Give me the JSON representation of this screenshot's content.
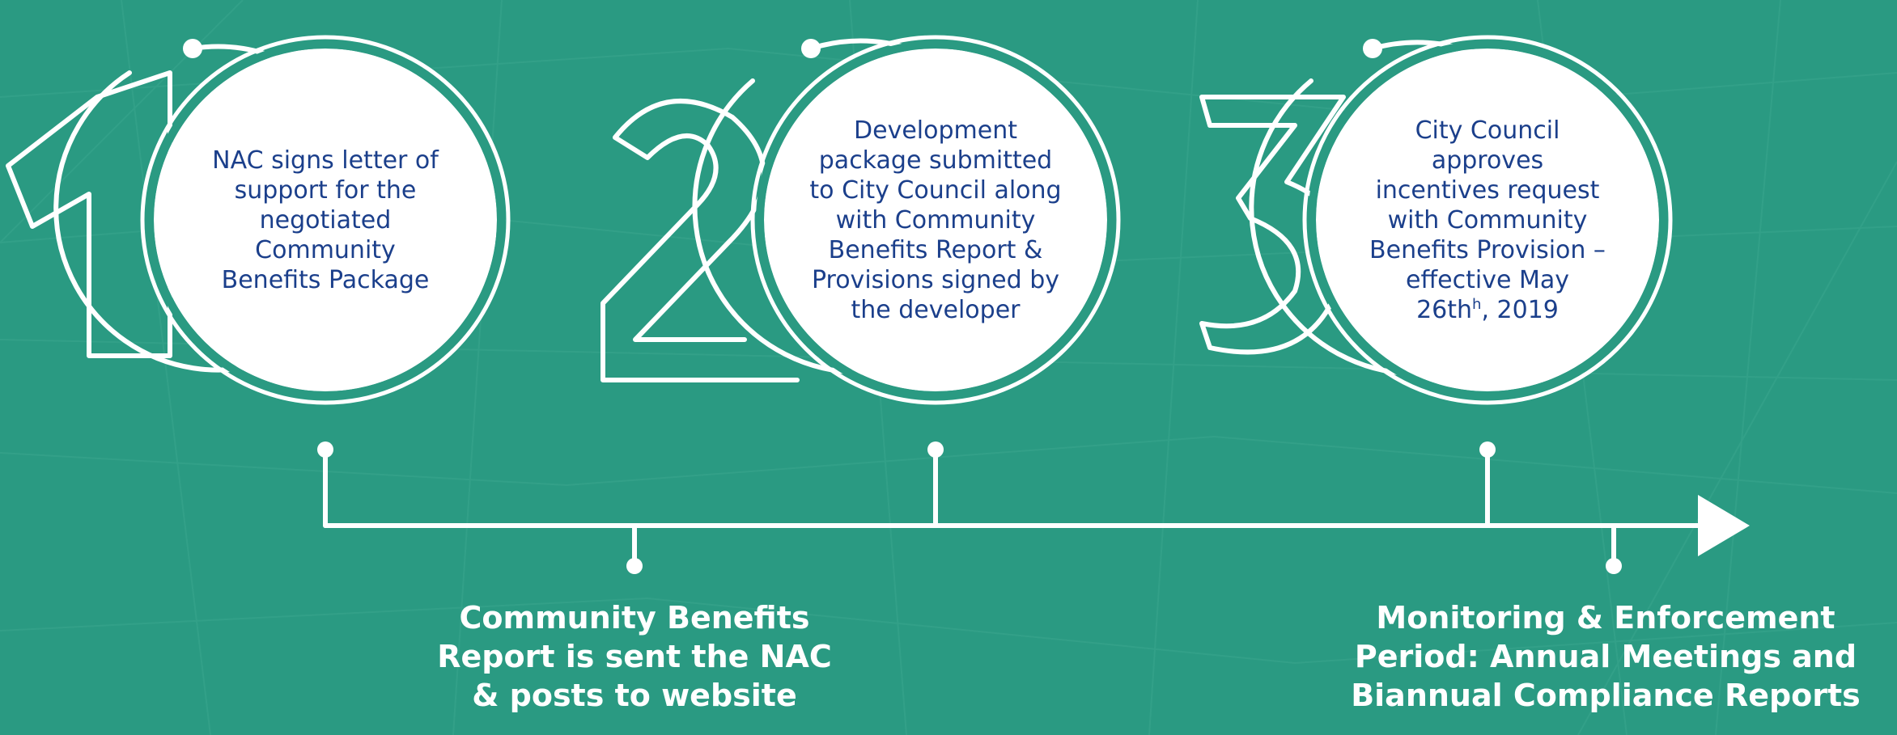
{
  "colors": {
    "background": "#2a9a82",
    "line": "#ffffff",
    "step_text": "#1b3f8b",
    "label_text": "#ffffff"
  },
  "steps": [
    {
      "number": "1",
      "lines": [
        "NAC signs letter of",
        "support for the",
        "negotiated",
        "Community",
        "Benefits Package"
      ]
    },
    {
      "number": "2",
      "lines": [
        "Development",
        "package submitted",
        "to City Council along",
        "with Community",
        "Benefits Report &",
        "Provisions signed by",
        "the developer"
      ]
    },
    {
      "number": "3",
      "lines": [
        "City Council",
        "approves",
        "incentives request",
        "with Community",
        "Benefits Provision –",
        "effective May"
      ],
      "date_line": {
        "prefix": "26th",
        "superscript": "h",
        "suffix": ", 2019"
      }
    }
  ],
  "milestones": [
    {
      "lines": [
        "Community Benefits",
        "Report is sent the NAC",
        "& posts to website"
      ]
    },
    {
      "lines": [
        "Monitoring & Enforcement",
        "Period: Annual Meetings and",
        "Biannual Compliance Reports"
      ]
    }
  ]
}
